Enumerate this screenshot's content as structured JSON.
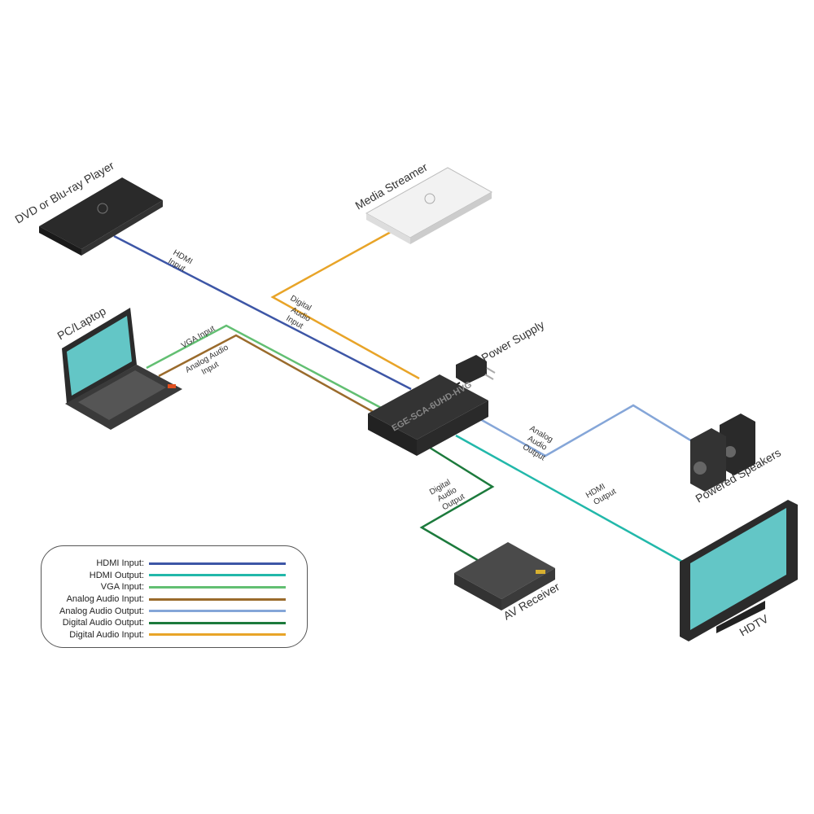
{
  "devices": {
    "dvd": "DVD or Blu-ray Player",
    "streamer": "Media Streamer",
    "laptop": "PC/Laptop",
    "power": "Power Supply",
    "switch_model": "EGE-SCA-6UHD-HVG",
    "speakers": "Powered Speakers",
    "receiver": "AV Receiver",
    "tv": "HDTV"
  },
  "connections": {
    "hdmi_in": [
      "HDMI",
      "Input"
    ],
    "digital_in": [
      "Digital",
      "Audio",
      "Input"
    ],
    "vga_in": "VGA Input",
    "analog_in": [
      "Analog Audio",
      "Input"
    ],
    "analog_out": [
      "Analog",
      "Audio",
      "Output"
    ],
    "digital_out": [
      "Digital",
      "Audio",
      "Output"
    ],
    "hdmi_out": [
      "HDMI",
      "Output"
    ]
  },
  "legend": [
    {
      "label": "HDMI Input:",
      "color": "#3d56a6"
    },
    {
      "label": "HDMI Output:",
      "color": "#22b8aa"
    },
    {
      "label": "VGA Input:",
      "color": "#62bf72"
    },
    {
      "label": "Analog Audio Input:",
      "color": "#9a6b2c"
    },
    {
      "label": "Analog Audio Output:",
      "color": "#85a6d8"
    },
    {
      "label": "Digital Audio Output:",
      "color": "#1c7a3c"
    },
    {
      "label": "Digital Audio Input:",
      "color": "#e8a428"
    }
  ]
}
